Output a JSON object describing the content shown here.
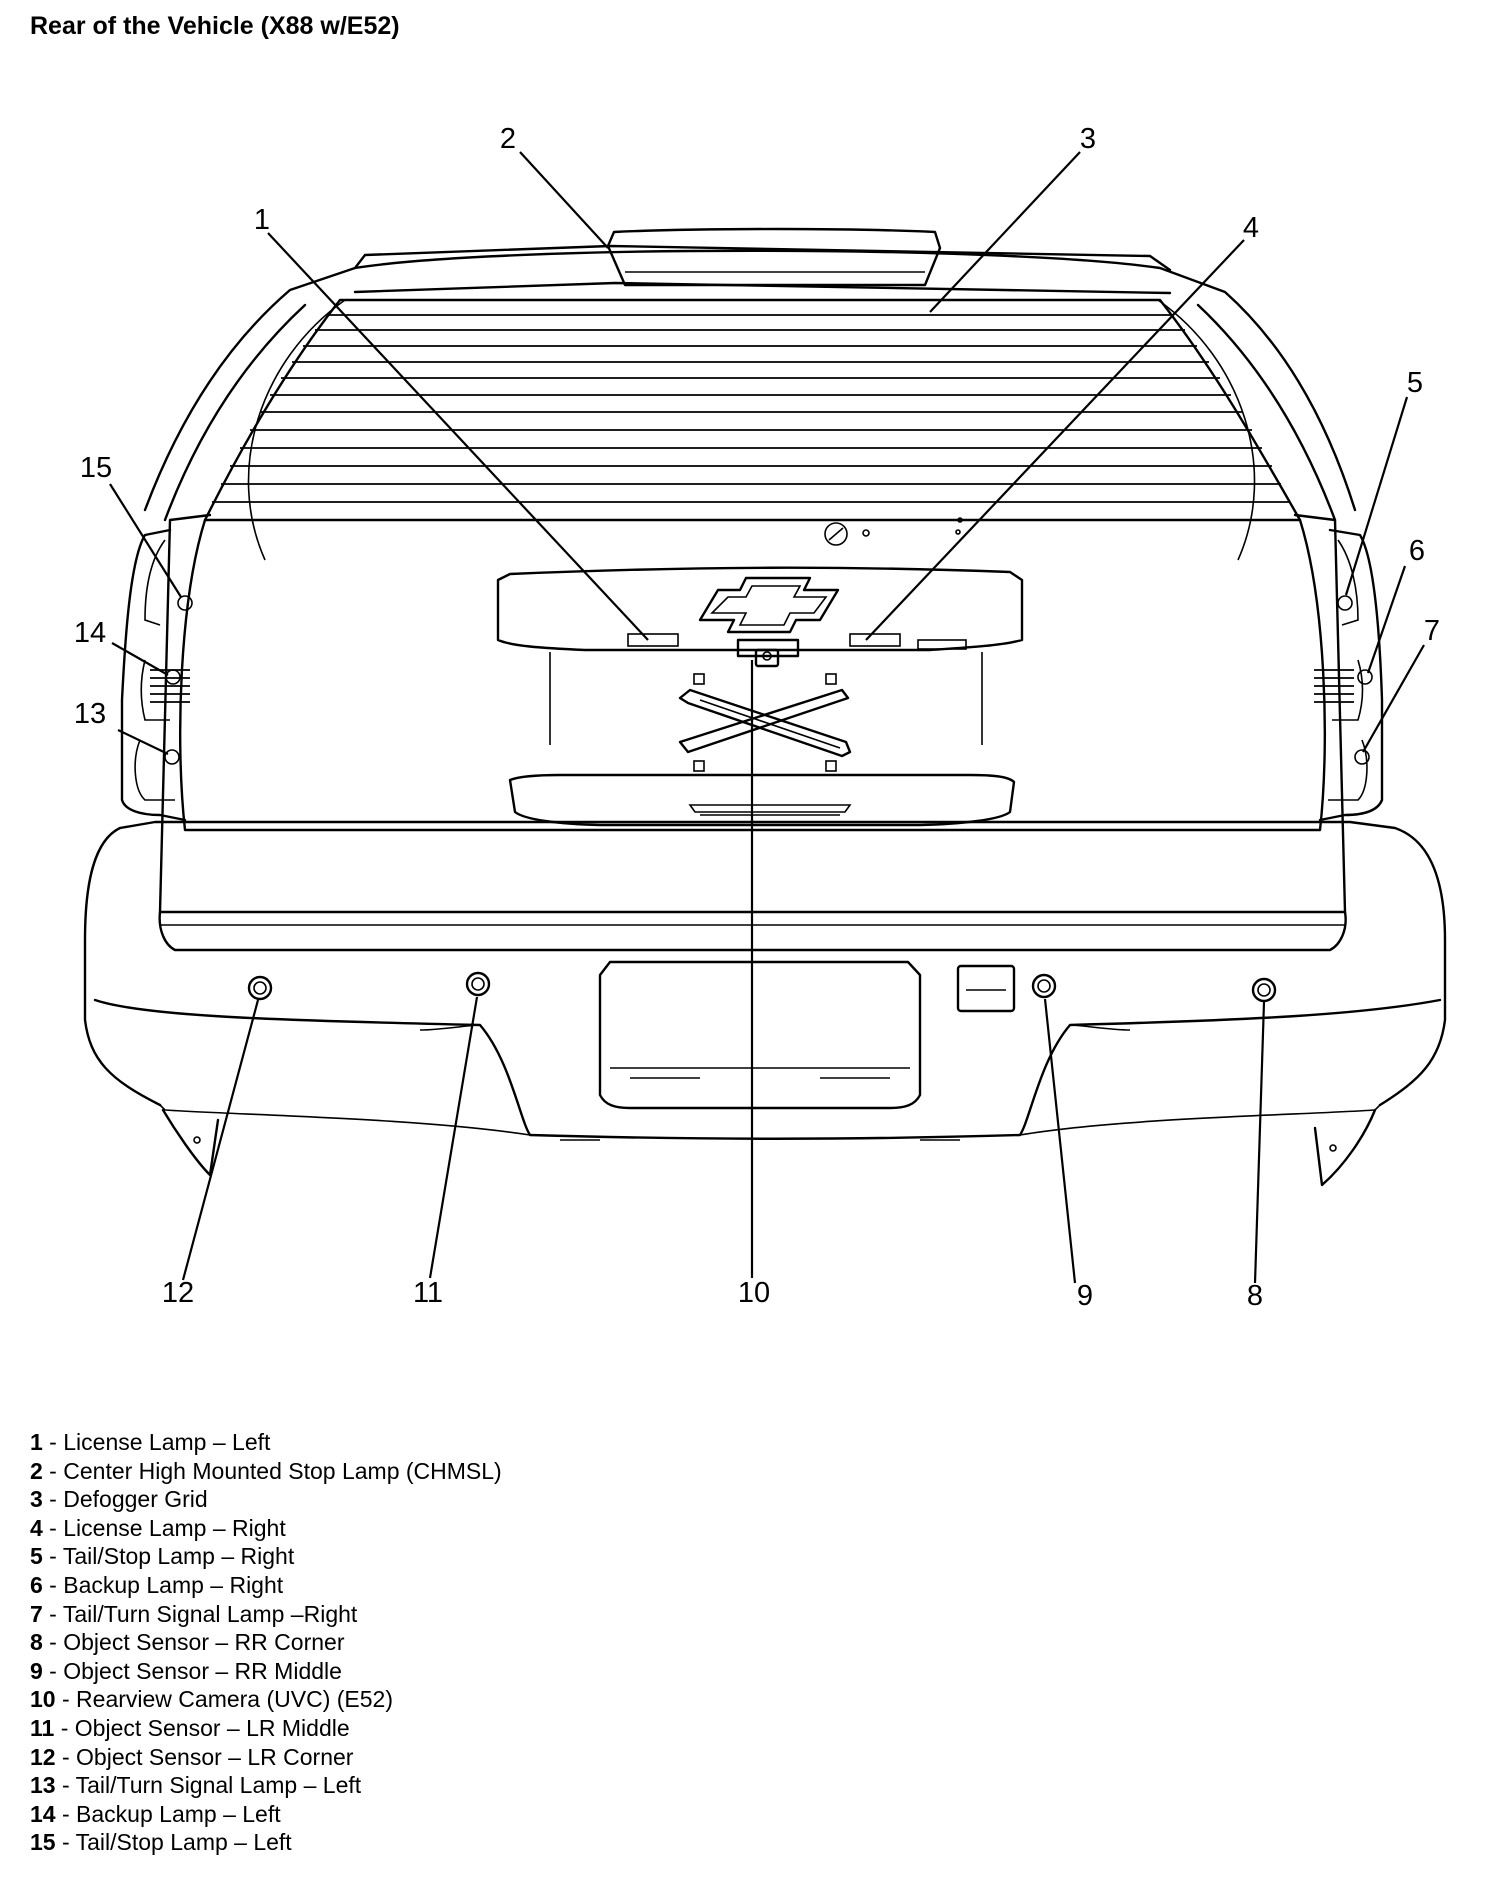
{
  "title": "Rear of the Vehicle (X88 w/E52)",
  "callouts": [
    {
      "num": "1",
      "label": "License Lamp – Left"
    },
    {
      "num": "2",
      "label": "Center High Mounted Stop Lamp (CHMSL)"
    },
    {
      "num": "3",
      "label": "Defogger Grid"
    },
    {
      "num": "4",
      "label": "License Lamp – Right"
    },
    {
      "num": "5",
      "label": "Tail/Stop Lamp – Right"
    },
    {
      "num": "6",
      "label": "Backup Lamp – Right"
    },
    {
      "num": "7",
      "label": "Tail/Turn Signal Lamp –Right"
    },
    {
      "num": "8",
      "label": "Object Sensor – RR Corner"
    },
    {
      "num": "9",
      "label": "Object Sensor – RR Middle"
    },
    {
      "num": "10",
      "label": "Rearview Camera (UVC) (E52)"
    },
    {
      "num": "11",
      "label": "Object Sensor – LR Middle"
    },
    {
      "num": "12",
      "label": "Object Sensor – LR Corner"
    },
    {
      "num": "13",
      "label": "Tail/Turn Signal Lamp – Left"
    },
    {
      "num": "14",
      "label": "Backup Lamp – Left"
    },
    {
      "num": "15",
      "label": "Tail/Stop Lamp – Left"
    }
  ],
  "separator": " - "
}
